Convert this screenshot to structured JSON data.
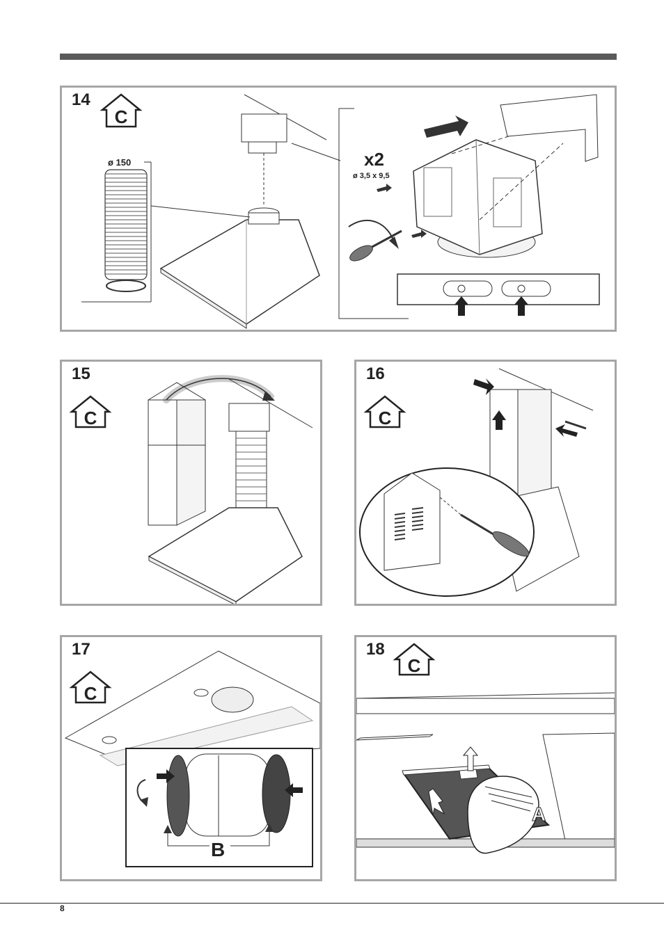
{
  "page": {
    "number": "8"
  },
  "steps": [
    {
      "number": "14",
      "diameter_label": "ø 150",
      "multiplier": "x2",
      "screw_label": "ø 3,5 x 9,5"
    },
    {
      "number": "15"
    },
    {
      "number": "16"
    },
    {
      "number": "17",
      "label_b": "B"
    },
    {
      "number": "18",
      "label_a": "A"
    }
  ],
  "icons": {
    "recirculation": "house-with-c-recirculation-icon"
  }
}
